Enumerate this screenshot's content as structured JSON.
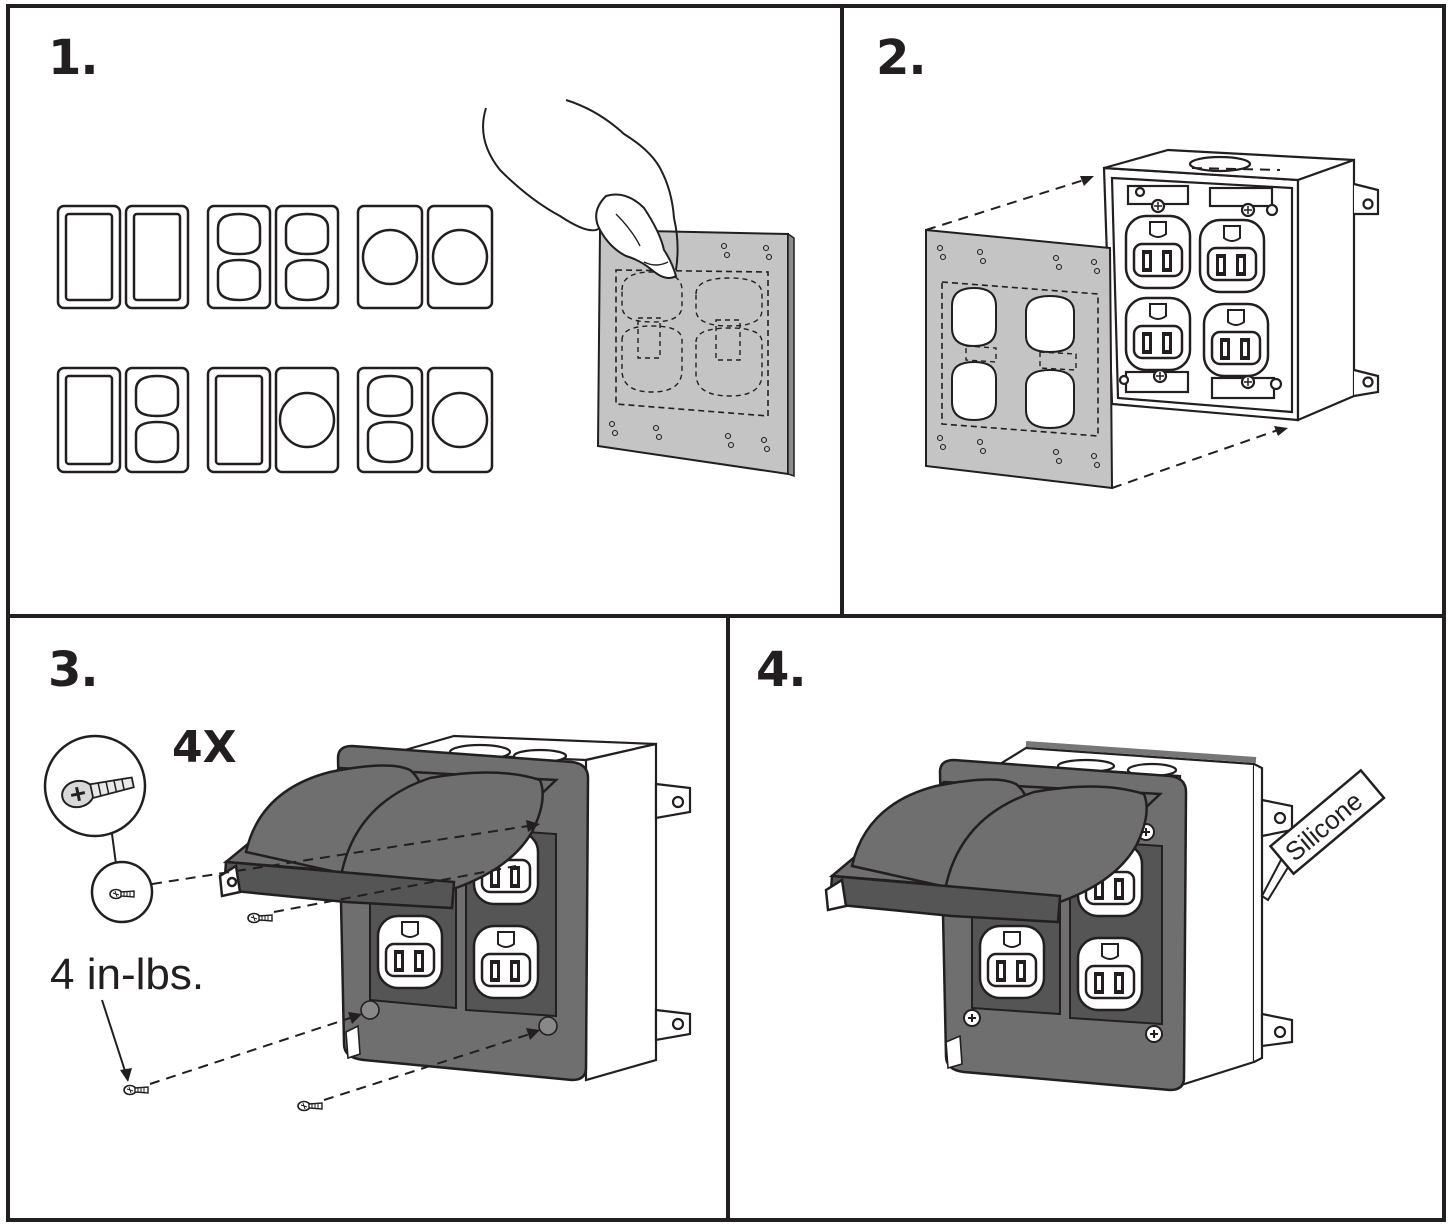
{
  "steps": [
    {
      "number": "1."
    },
    {
      "number": "2."
    },
    {
      "number": "3.",
      "quantity": "4X",
      "torque": "4 in-lbs."
    },
    {
      "number": "4.",
      "sealant_label": "Silicone"
    }
  ],
  "colors": {
    "line": "#231f20",
    "plate_gray": "#c4c4c4",
    "cover_dark": "#6f6f6f",
    "cover_darker": "#555555",
    "white": "#ffffff"
  }
}
